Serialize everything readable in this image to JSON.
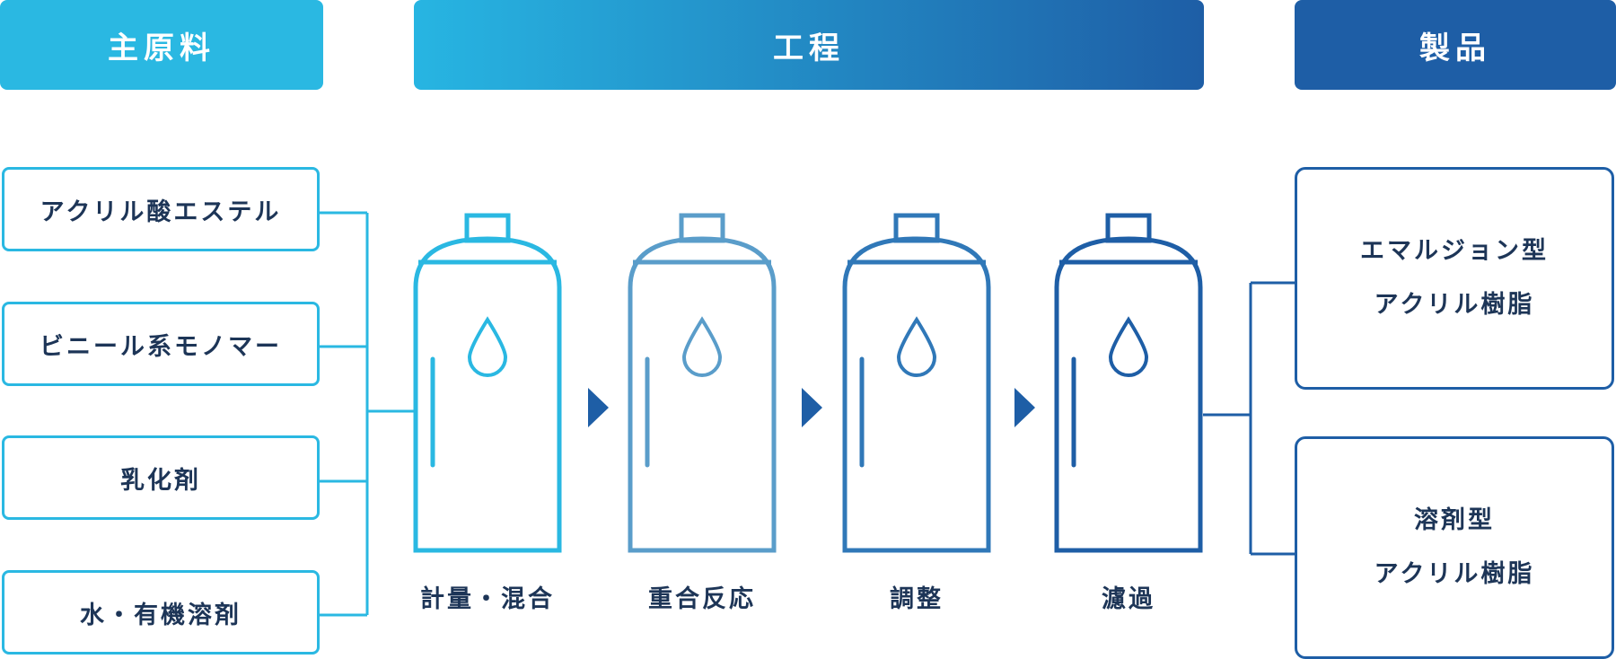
{
  "headers": {
    "raw_materials": "主原料",
    "process": "工程",
    "products": "製品"
  },
  "raw_materials": [
    "アクリル酸エステル",
    "ビニール系モノマー",
    "乳化剤",
    "水・有機溶剤"
  ],
  "steps": [
    {
      "label": "計量・混合",
      "color": "#2ab8e2"
    },
    {
      "label": "重合反応",
      "color": "#5a9dca"
    },
    {
      "label": "調整",
      "color": "#3078b8"
    },
    {
      "label": "濾過",
      "color": "#1e5ea6"
    }
  ],
  "products": [
    {
      "line1": "エマルジョン型",
      "line2": "アクリル樹脂"
    },
    {
      "line1": "溶剤型",
      "line2": "アクリル樹脂"
    }
  ],
  "colors": {
    "raw_accent": "#2ab8e2",
    "product_accent": "#1e5ea6",
    "text": "#1d3557",
    "arrow": "#1e5ea6"
  }
}
